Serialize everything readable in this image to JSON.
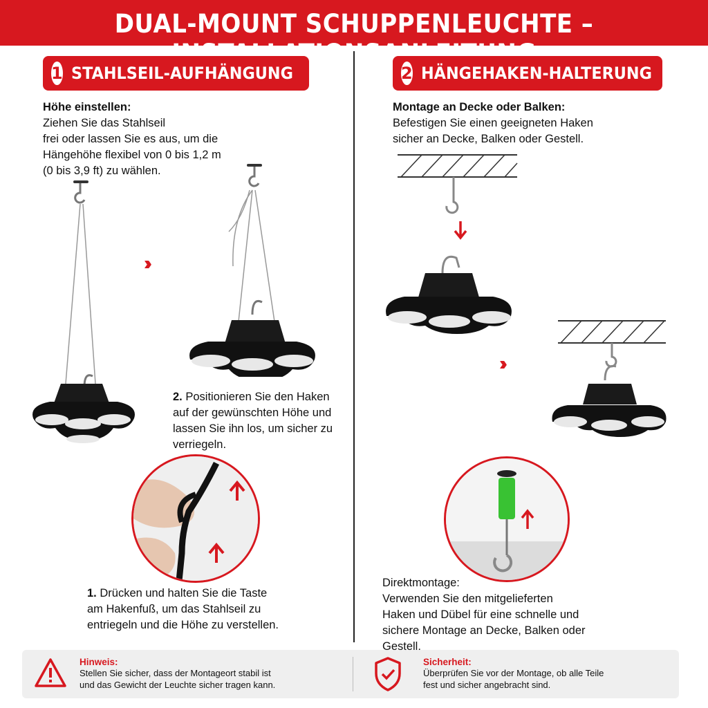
{
  "title": "DUAL-MOUNT SCHUPPENLEUCHTE – INSTALLATIONSANLEITUNG",
  "section1": {
    "number": "1",
    "label": "STAHLSEIL-AUFHÄNGUNG",
    "heading": "Höhe einstellen:",
    "lines": [
      "Ziehen Sie das Stahlseil",
      "frei oder lassen Sie es aus, um die",
      "Hängehöhe flexibel von 0 bis 1,2 m",
      "(0 bis 3,9 ft) zu wählen."
    ],
    "step2_num": "2.",
    "step2_lines": [
      "Positionieren Sie den Haken",
      "auf der gewünschten Höhe und",
      "lassen Sie ihn los, um sicher zu",
      "verriegeln."
    ],
    "step1_num": "1.",
    "step1_lines": [
      "Drücken und halten Sie die Taste",
      "am Hakenfuß, um das Stahlseil zu",
      "entriegeln und die Höhe zu verstellen."
    ]
  },
  "section2": {
    "number": "2",
    "label": "HÄNGEHAKEN-HALTERUNG",
    "heading": "Montage an Decke oder Balken:",
    "lines": [
      "Befestigen Sie einen geeigneten Haken",
      "sicher an Decke, Balken oder Gestell."
    ],
    "direct_lines": [
      "Direktmontage:",
      "Verwenden Sie den mitgelieferten",
      "Haken und Dübel für eine schnelle und",
      "sichere Montage an Decke, Balken oder",
      "Gestell."
    ]
  },
  "footer": {
    "hint_title": "Hinweis:",
    "hint_lines": [
      "Stellen Sie sicher, dass der Montageort stabil ist",
      "und das Gewicht der Leuchte sicher tragen kann."
    ],
    "safety_title": "Sicherheit:",
    "safety_lines": [
      "Überprüfen Sie vor der Montage, ob alle Teile",
      "fest und sicher angebracht sind."
    ]
  },
  "icons": {
    "arrow": "triple-chevron-right-icon",
    "warning": "warning-triangle-icon",
    "shield": "shield-check-icon",
    "up": "arrow-up-icon",
    "down": "arrow-down-icon"
  },
  "colors": {
    "accent": "#d7181f",
    "footer_bg": "#efefef"
  }
}
